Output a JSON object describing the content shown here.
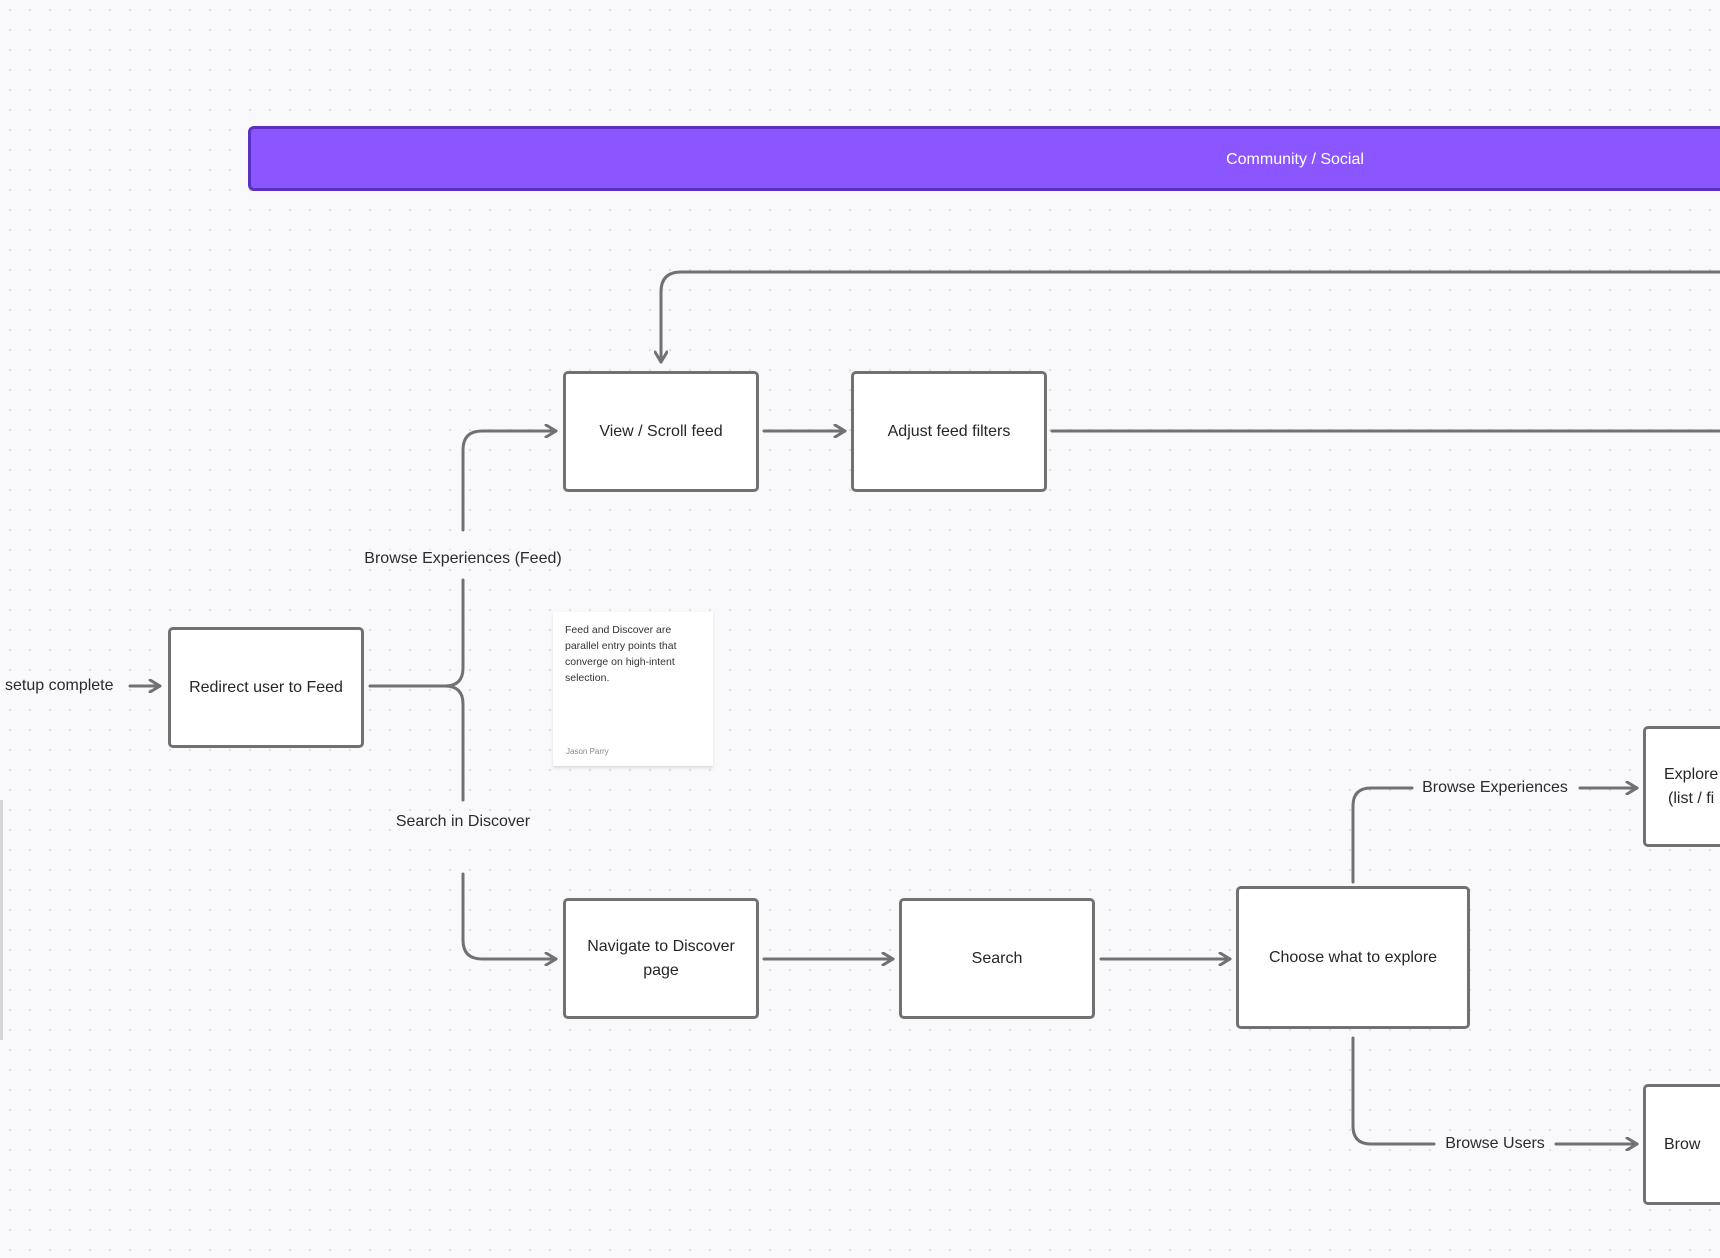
{
  "section": {
    "title": "Community / Social",
    "color": "#8b55ff",
    "border_color": "#5a2fc2"
  },
  "nodes": {
    "redirect_feed": "Redirect user to Feed",
    "view_scroll_feed": "View / Scroll feed",
    "adjust_filters": "Adjust feed filters",
    "navigate_discover": "Navigate to Discover page",
    "search": "Search",
    "choose_explore": "Choose what to explore",
    "explore_partial": "Explore\n(list / fi",
    "browse_partial": "Brow"
  },
  "edges": {
    "incoming_label": "setup complete",
    "browse_feed_label": "Browse Experiences (Feed)",
    "search_discover_label": "Search in Discover",
    "browse_experiences_label": "Browse Experiences",
    "browse_users_label": "Browse Users"
  },
  "sticky_note": {
    "text": "Feed and Discover are parallel entry points that converge on high-intent selection.",
    "author": "Jason Parry"
  },
  "colors": {
    "connector": "#717171",
    "canvas": "#f9f9fb"
  }
}
